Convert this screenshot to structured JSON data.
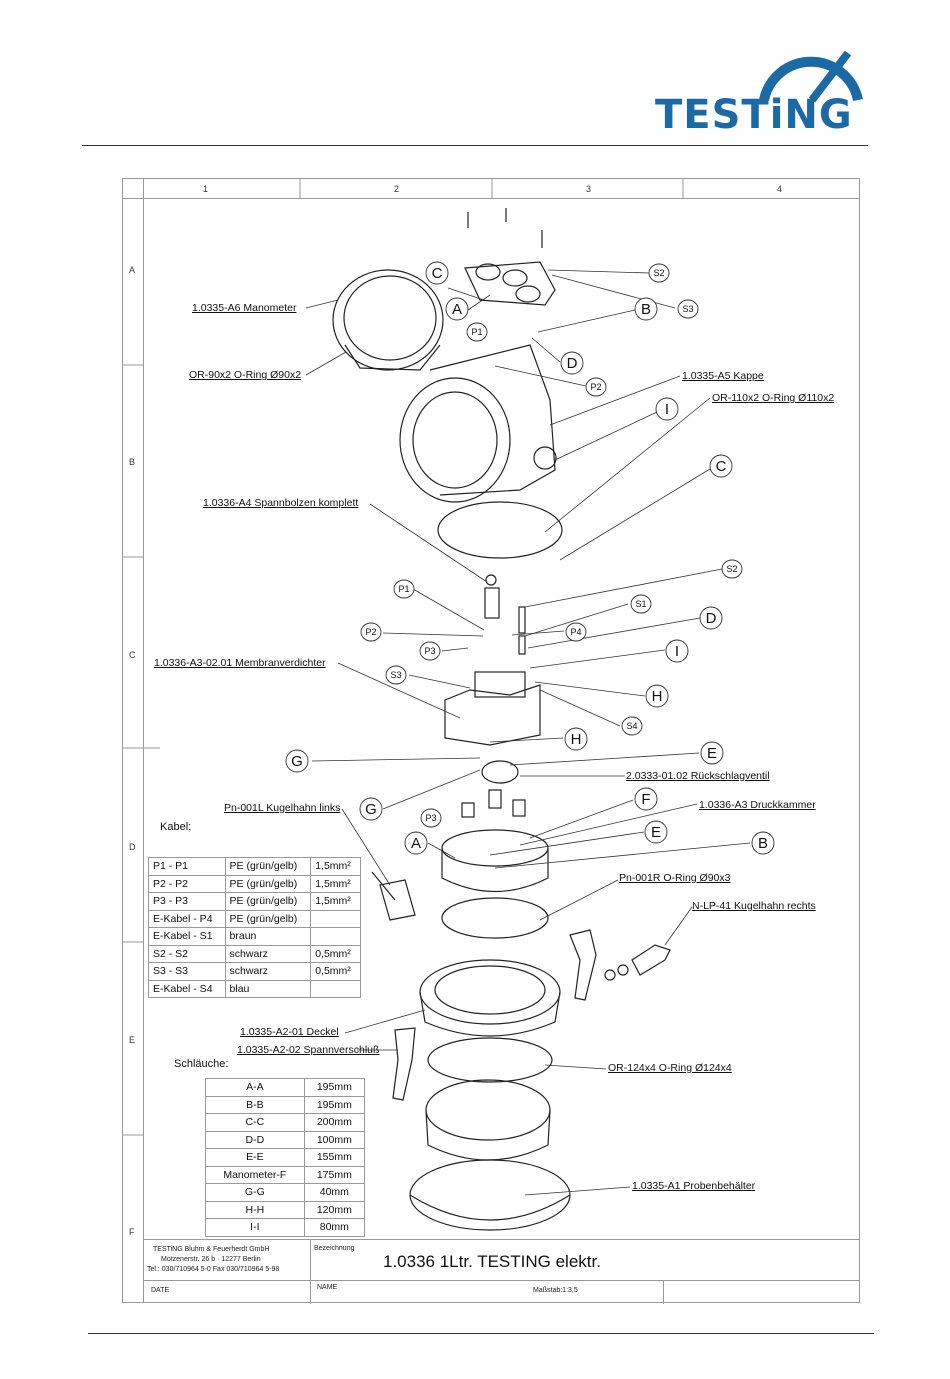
{
  "logo": {
    "text": "TESTiNG",
    "color": "#1b6aa5"
  },
  "grid": {
    "columns": [
      "1",
      "2",
      "3",
      "4"
    ],
    "rows": [
      "A",
      "B",
      "C",
      "D",
      "E",
      "F"
    ]
  },
  "part_labels": [
    "1.0335-A6 Manometer",
    "OR-90x2 O-Ring Ø90x2",
    "1.0335-A5 Kappe",
    "OR-110x2 O-Ring Ø110x2",
    "1.0336-A4 Spannbolzen komplett",
    "1.0336-A3-02.01 Membranverdichter",
    "2.0333-01.02 Rückschlagventil",
    "Pn-001L Kugelhahn links",
    "1.0336-A3 Druckkammer",
    "Pn-001R O-Ring Ø90x3",
    "N-LP-41 Kugelhahn rechts",
    "1.0335-A2-01 Deckel",
    "1.0335-A2-02 Spannverschluß",
    "OR-124x4 O-Ring Ø124x4",
    "1.0335-A1 Probenbehälter"
  ],
  "callouts": [
    "C",
    "A",
    "B",
    "D",
    "I",
    "C",
    "D",
    "I",
    "H",
    "H",
    "G",
    "E",
    "G",
    "F",
    "E",
    "A",
    "B"
  ],
  "pills": [
    "S2",
    "S3",
    "P1",
    "P2",
    "P1",
    "S2",
    "S1",
    "P2",
    "P4",
    "P3",
    "S3",
    "S4",
    "P3"
  ],
  "kabel": {
    "title": "Kabel:",
    "rows": [
      [
        "P1 - P1",
        "PE (grün/gelb)",
        "1,5mm²"
      ],
      [
        "P2 - P2",
        "PE (grün/gelb)",
        "1,5mm²"
      ],
      [
        "P3 - P3",
        "PE (grün/gelb)",
        "1,5mm²"
      ],
      [
        "E-Kabel - P4",
        "PE (grün/gelb)",
        ""
      ],
      [
        "E-Kabel - S1",
        "braun",
        ""
      ],
      [
        "S2 - S2",
        "schwarz",
        "0,5mm²"
      ],
      [
        "S3 - S3",
        "schwarz",
        "0,5mm²"
      ],
      [
        "E-Kabel - S4",
        "blau",
        ""
      ]
    ]
  },
  "schlaeuche": {
    "title": "Schläuche:",
    "rows": [
      [
        "A-A",
        "195mm"
      ],
      [
        "B-B",
        "195mm"
      ],
      [
        "C-C",
        "200mm"
      ],
      [
        "D-D",
        "100mm"
      ],
      [
        "E-E",
        "155mm"
      ],
      [
        "Manometer-F",
        "175mm"
      ],
      [
        "G-G",
        "40mm"
      ],
      [
        "H-H",
        "120mm"
      ],
      [
        "I-I",
        "80mm"
      ]
    ]
  },
  "title_block": {
    "company_line1": "TESTiNG Bluhm & Feuerherdt GmbH",
    "company_line2": "Motzenerstr. 26 b · 12277 Berlin",
    "company_line3": "Tel.: 030/710964 5-0 Fax 030/710964 5-98",
    "bezeichnung_label": "Bezeichnung",
    "title": "1.0336 1Ltr. TESTING elektr.",
    "date_label": "DATE",
    "name_label": "NAME",
    "scale": "Maßstab:1:3,5"
  }
}
